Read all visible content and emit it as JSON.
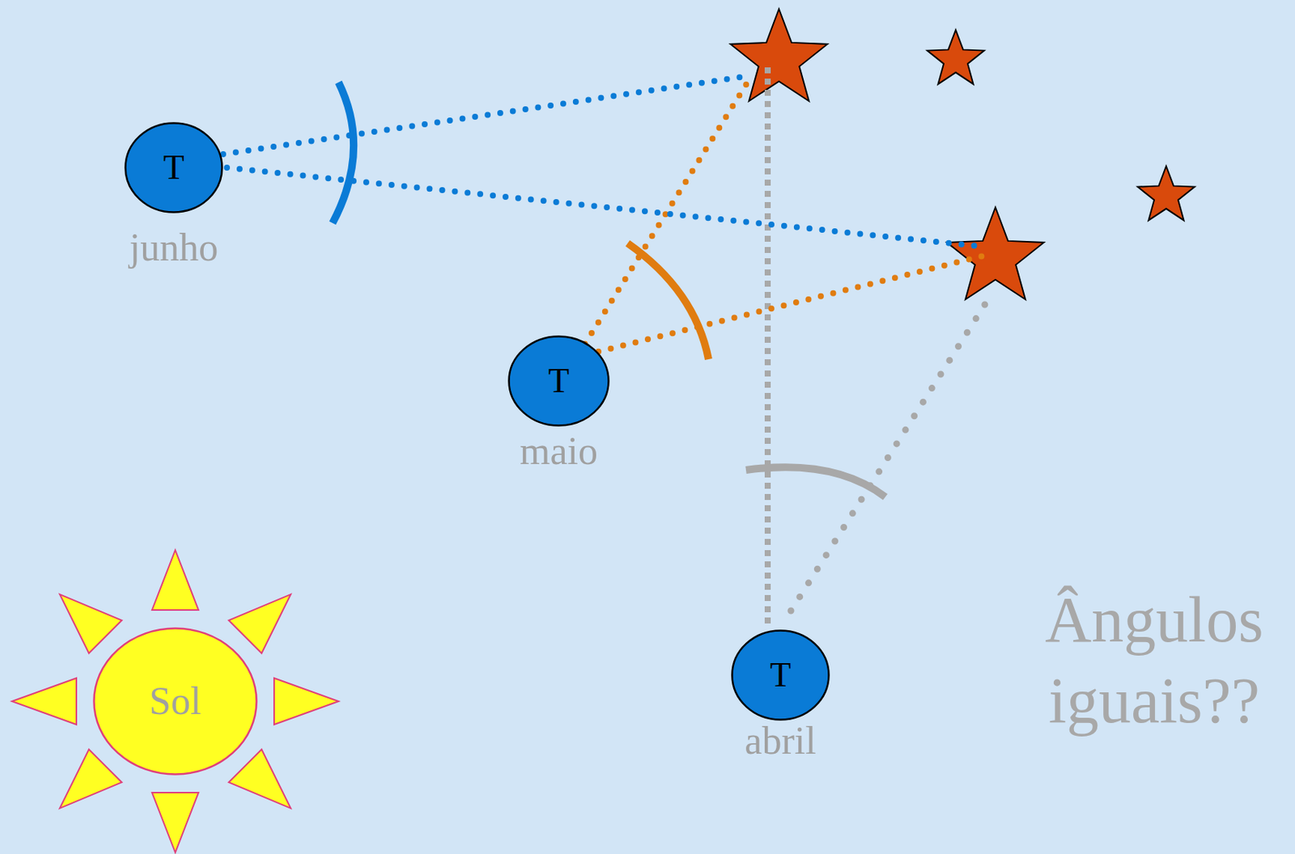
{
  "diagram": {
    "nodes": [
      {
        "text": [
          "T",
          "junho"
        ]
      },
      {
        "text": [
          "T",
          "maio"
        ]
      },
      {
        "text": [
          "T",
          "abril"
        ]
      },
      {
        "text": [
          "Sol"
        ]
      }
    ],
    "labels": [
      "Ângulos iguais??"
    ]
  }
}
